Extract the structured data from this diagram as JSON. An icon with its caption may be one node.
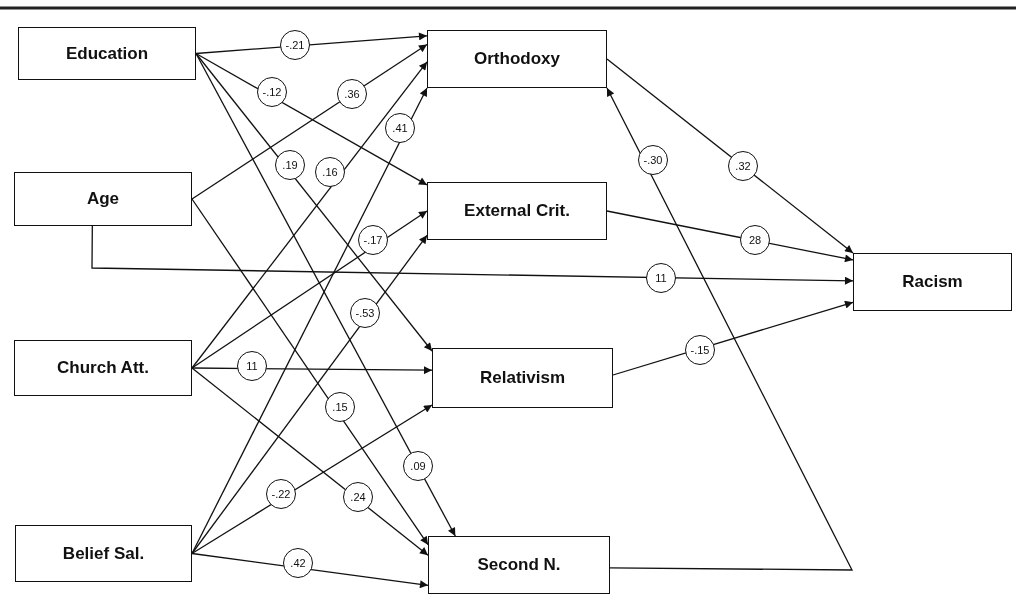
{
  "diagram": {
    "nodes": [
      {
        "text": [
          "Education"
        ]
      },
      {
        "text": [
          "Age"
        ]
      },
      {
        "text": [
          "Church Att."
        ]
      },
      {
        "text": [
          "Belief Sal."
        ]
      },
      {
        "text": [
          "Orthodoxy"
        ]
      },
      {
        "text": [
          "External Crit."
        ]
      },
      {
        "text": [
          "Relativism"
        ]
      },
      {
        "text": [
          "Second N."
        ]
      },
      {
        "text": [
          "Racism"
        ]
      }
    ],
    "edges": [
      {
        "from": 0,
        "to": 4,
        "arrow": "to",
        "label": "-.21"
      },
      {
        "from": 0,
        "to": 5,
        "arrow": "to",
        "label": "-.12"
      },
      {
        "from": 0,
        "to": 6,
        "arrow": "to",
        "label": ".19"
      },
      {
        "from": 0,
        "to": 7,
        "arrow": "to",
        "label": ".09"
      },
      {
        "from": 1,
        "to": 4,
        "arrow": "to",
        "label": ".36"
      },
      {
        "from": 1,
        "to": 8,
        "arrow": "to",
        "label": "11"
      },
      {
        "from": 1,
        "to": 7,
        "arrow": "to",
        "label": ".15"
      },
      {
        "from": 2,
        "to": 4,
        "arrow": "to",
        "label": ".16"
      },
      {
        "from": 2,
        "to": 5,
        "arrow": "to",
        "label": "-.17"
      },
      {
        "from": 2,
        "to": 6,
        "arrow": "to",
        "label": "11"
      },
      {
        "from": 2,
        "to": 7,
        "arrow": "to",
        "label": ".24"
      },
      {
        "from": 3,
        "to": 4,
        "arrow": "to",
        "label": ".41"
      },
      {
        "from": 3,
        "to": 5,
        "arrow": "to",
        "label": "-.53"
      },
      {
        "from": 3,
        "to": 6,
        "arrow": "to",
        "label": "-.22"
      },
      {
        "from": 3,
        "to": 7,
        "arrow": "to",
        "label": ".42"
      },
      {
        "from": 7,
        "to": 4,
        "arrow": "to",
        "label": "-.30"
      },
      {
        "from": 4,
        "to": 8,
        "arrow": "to",
        "label": ".32"
      },
      {
        "from": 5,
        "to": 8,
        "arrow": "to",
        "label": "28"
      },
      {
        "from": 6,
        "to": 8,
        "arrow": "to",
        "label": "-.15"
      }
    ]
  }
}
